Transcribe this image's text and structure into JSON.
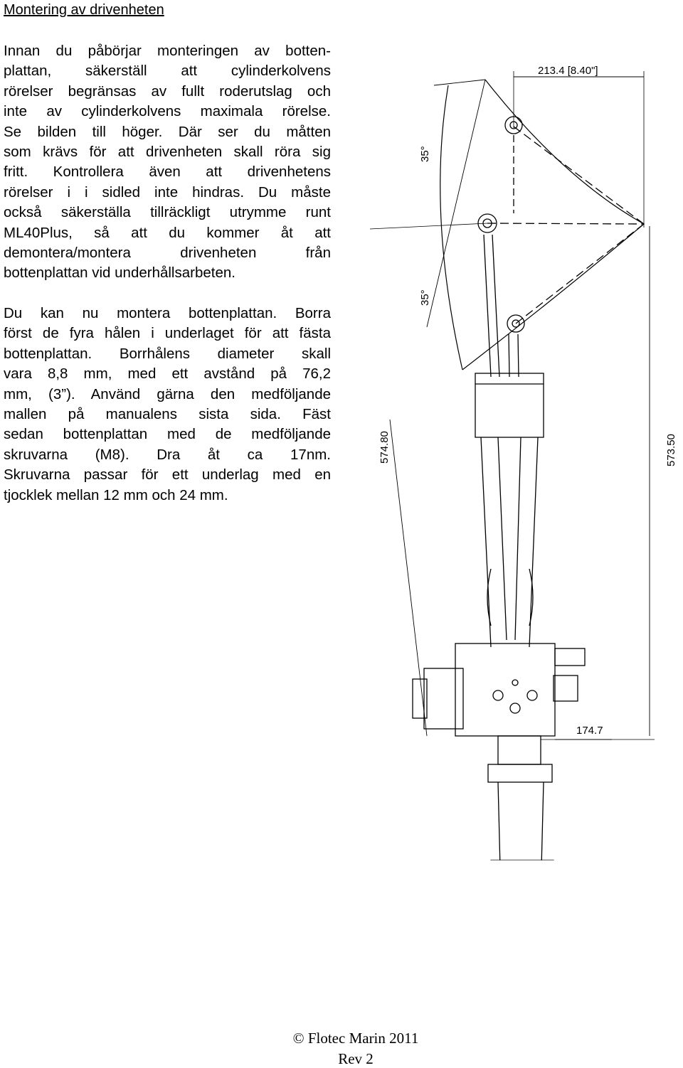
{
  "heading": "Montering av drivenheten",
  "paragraph1_lines": [
    "Innan du påbörjar monteringen  av botten-",
    "plattan,  säkerställ  att  cylinderkolvens",
    "rörelser begränsas av fullt roderutslag och",
    "inte av cylinderkolvens maximala  rörelse.",
    "Se  bilden  till  höger.  Där  ser  du  måtten",
    "som krävs för att drivenheten skall röra sig",
    "fritt.  Kontrollera  även  att  drivenhetens",
    "rörelser  i  i  sidled  inte  hindras.  Du  måste",
    "också säkerställa tillräckligt utrymme runt",
    "ML40Plus,  så  att  du  kommer  åt  att",
    "demontera/montera   drivenheten   från",
    "bottenplattan vid underhållsarbeten."
  ],
  "paragraph2_lines": [
    "Du kan nu montera bottenplattan. Borra",
    "först de fyra hålen i underlaget för att fästa",
    "bottenplattan. Borrhålens diameter skall",
    "vara  8,8  mm,  med  ett  avstånd  på  76,2",
    "mm, (3”). Använd gärna den medföljande",
    "mallen på manualens sista sida. Fäst",
    "sedan bottenplattan med de medföljande",
    "skruvarna  (M8).  Dra  åt  ca  17nm.",
    "Skruvarna passar för ett underlag med en",
    "tjocklek mellan 12 mm och 24 mm."
  ],
  "drawing": {
    "dim_top": "213.4 [8.40\"]",
    "angle_upper": "35°",
    "angle_lower": "35°",
    "dim_left": "574.80",
    "dim_right": "573.50",
    "dim_bottom": "174.7"
  },
  "footer": {
    "copyright": "© Flotec Marin 2011",
    "revision": "Rev 2"
  }
}
